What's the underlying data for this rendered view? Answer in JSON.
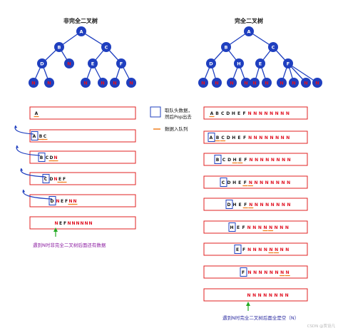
{
  "left_panel": {
    "title": "非完全二叉树",
    "tree_nodes": [
      "A",
      "B",
      "C",
      "D",
      "N",
      "E",
      "F",
      "N",
      "N",
      "N",
      "N",
      "N",
      "N"
    ],
    "queue_rows": [
      {
        "box": "",
        "cells": [
          "A"
        ],
        "underlined": [
          0
        ]
      },
      {
        "box": "A",
        "cells": [
          "B",
          "C"
        ],
        "underlined": [
          0,
          1
        ]
      },
      {
        "box": "B",
        "cells": [
          "C",
          "D",
          "N"
        ],
        "underlined": [
          1,
          2
        ]
      },
      {
        "box": "C",
        "cells": [
          "D",
          "N",
          "E",
          "F"
        ],
        "underlined": [
          2,
          3
        ]
      },
      {
        "box": "D",
        "cells": [
          "N",
          "E",
          "F",
          "N",
          "N"
        ],
        "underlined": [
          3,
          4
        ]
      },
      {
        "box": "",
        "cells": [
          "N",
          "E",
          "F",
          "N",
          "N",
          "N",
          "N",
          "N",
          "N"
        ],
        "underlined": []
      }
    ],
    "note": "遇到N时非完全二叉树后面还有数据"
  },
  "right_panel": {
    "title": "完全二叉树",
    "tree_nodes": [
      "A",
      "B",
      "C",
      "D",
      "H",
      "E",
      "F",
      "N",
      "N",
      "N",
      "N",
      "N",
      "N",
      "N",
      "N",
      "N",
      "N"
    ],
    "queue_rows": [
      {
        "box": "",
        "cells": [
          "A",
          "B",
          "C",
          "D",
          "H",
          "E",
          "F",
          "N",
          "N",
          "N",
          "N",
          "N",
          "N",
          "N",
          "N"
        ],
        "underlined": [
          0
        ]
      },
      {
        "box": "A",
        "cells": [
          "B",
          "C",
          "D",
          "H",
          "E",
          "F",
          "N",
          "N",
          "N",
          "N",
          "N",
          "N",
          "N",
          "N"
        ],
        "underlined": [
          0,
          1
        ]
      },
      {
        "box": "B",
        "cells": [
          "C",
          "D",
          "H",
          "E",
          "F",
          "N",
          "N",
          "N",
          "N",
          "N",
          "N",
          "N",
          "N"
        ],
        "underlined": [
          2,
          3
        ]
      },
      {
        "box": "C",
        "cells": [
          "D",
          "H",
          "E",
          "F",
          "N",
          "N",
          "N",
          "N",
          "N",
          "N",
          "N",
          "N"
        ],
        "underlined": [
          3,
          4
        ]
      },
      {
        "box": "D",
        "cells": [
          "H",
          "E",
          "F",
          "N",
          "N",
          "N",
          "N",
          "N",
          "N",
          "N",
          "N"
        ],
        "underlined": [
          2,
          3
        ]
      },
      {
        "box": "H",
        "cells": [
          "E",
          "F",
          "N",
          "N",
          "N",
          "N",
          "N",
          "N",
          "N",
          "N"
        ],
        "underlined": [
          5,
          6
        ]
      },
      {
        "box": "E",
        "cells": [
          "F",
          "N",
          "N",
          "N",
          "N",
          "N",
          "N",
          "N",
          "N"
        ],
        "underlined": [
          5,
          6
        ]
      },
      {
        "box": "F",
        "cells": [
          "N",
          "N",
          "N",
          "N",
          "N",
          "N",
          "N",
          "N"
        ],
        "underlined": [
          6,
          7
        ]
      },
      {
        "box": "",
        "cells": [
          "N",
          "N",
          "N",
          "N",
          "N",
          "N",
          "N",
          "N"
        ],
        "underlined": []
      }
    ],
    "note": "遇到N时完全二叉树后面全是空（N）"
  },
  "legend": {
    "pop_text_1": "取队头数据，",
    "pop_text_2": "然后Pop出去",
    "push_text": "数据入队列"
  },
  "watermark": "CSDN @贾设凡",
  "colors": {
    "node": "#1f3fbf",
    "null_node_text": "#e01020",
    "row_border": "#e02020",
    "underline": "#f08020",
    "note_left": "#8a1aa0",
    "note_right": "#2a2aa0",
    "arrow_green": "#22aa22",
    "tree_text": "#ffffff",
    "cell_text": "#1a1a1a"
  }
}
